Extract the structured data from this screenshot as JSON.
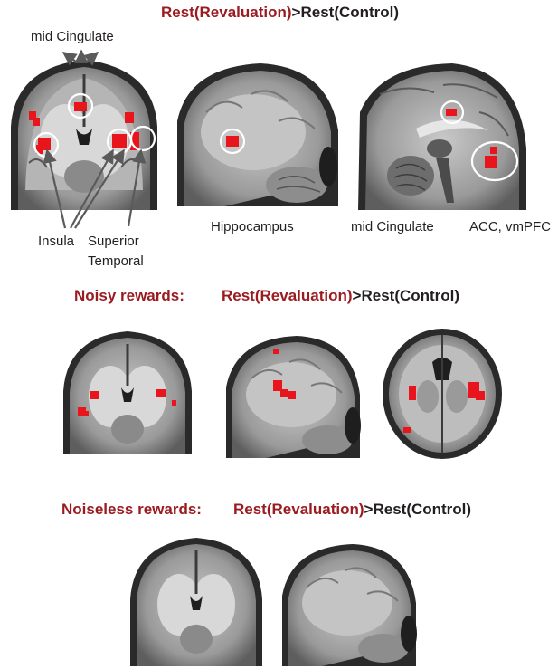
{
  "colors": {
    "accent": "#9b1c20",
    "activation": "#e8161c",
    "text": "#231f20"
  },
  "panel1": {
    "contrast_red": "Rest(Revaluation)",
    "contrast_sep": ">",
    "contrast_black": "Rest(Control)",
    "labels": {
      "mid_cingulate_top": "mid Cingulate",
      "insula": "Insula",
      "superior_temporal_1": "Superior",
      "superior_temporal_2": "Temporal",
      "hippocampus": "Hippocampus",
      "mid_cingulate_bottom": "mid Cingulate",
      "acc_vmpfc": "ACC, vmPFC"
    }
  },
  "panel2": {
    "condition": "Noisy rewards:",
    "contrast_red": "Rest(Revaluation)",
    "contrast_sep": ">",
    "contrast_black": "Rest(Control)"
  },
  "panel3": {
    "condition": "Noiseless rewards:",
    "contrast_red": "Rest(Revaluation)",
    "contrast_sep": ">",
    "contrast_black": "Rest(Control)"
  }
}
